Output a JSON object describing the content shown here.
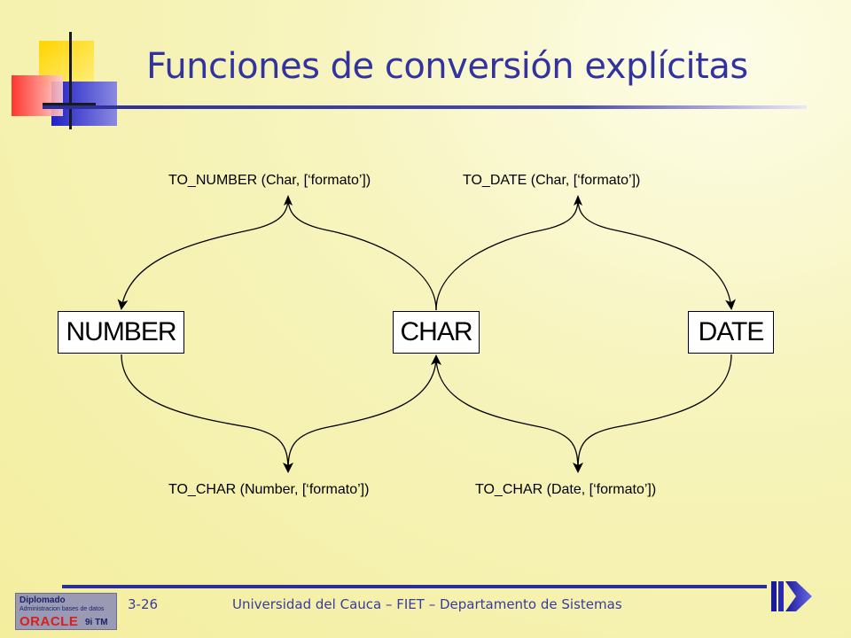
{
  "slide": {
    "title": "Funciones de conversión explícitas",
    "slide_number": "3-26",
    "footer": "Universidad del Cauca – FIET – Departamento de Sistemas"
  },
  "diagram": {
    "nodes": {
      "number": "NUMBER",
      "char": "CHAR",
      "date": "DATE"
    },
    "functions": {
      "to_number": "TO_NUMBER (Char, [‘formato’])",
      "to_date": "TO_DATE (Char, [‘formato’])",
      "to_char_number": "TO_CHAR (Number, [‘formato’])",
      "to_char_date": "TO_CHAR (Date, [‘formato’])"
    },
    "edges": [
      {
        "from": "CHAR",
        "to": "NUMBER",
        "label": "TO_NUMBER (Char, [‘formato’])"
      },
      {
        "from": "CHAR",
        "to": "DATE",
        "label": "TO_DATE (Char, [‘formato’])"
      },
      {
        "from": "NUMBER",
        "to": "CHAR",
        "label": "TO_CHAR (Number, [‘formato’])"
      },
      {
        "from": "DATE",
        "to": "CHAR",
        "label": "TO_CHAR (Date, [‘formato’])"
      }
    ]
  },
  "branding": {
    "line1": "Diplomado",
    "line2": "Administracion bases de datos",
    "line3": "ORACLE",
    "line4": "9i TM"
  },
  "icons": {
    "decoration": "color-squares-icon",
    "navigation": "next-slide-arrow-icon"
  },
  "colors": {
    "title": "#3333a0",
    "rule": "#2d2d9a",
    "square_yellow": "#ffd000",
    "square_red": "#ff3a3a",
    "square_blue": "#2b2bd0"
  }
}
